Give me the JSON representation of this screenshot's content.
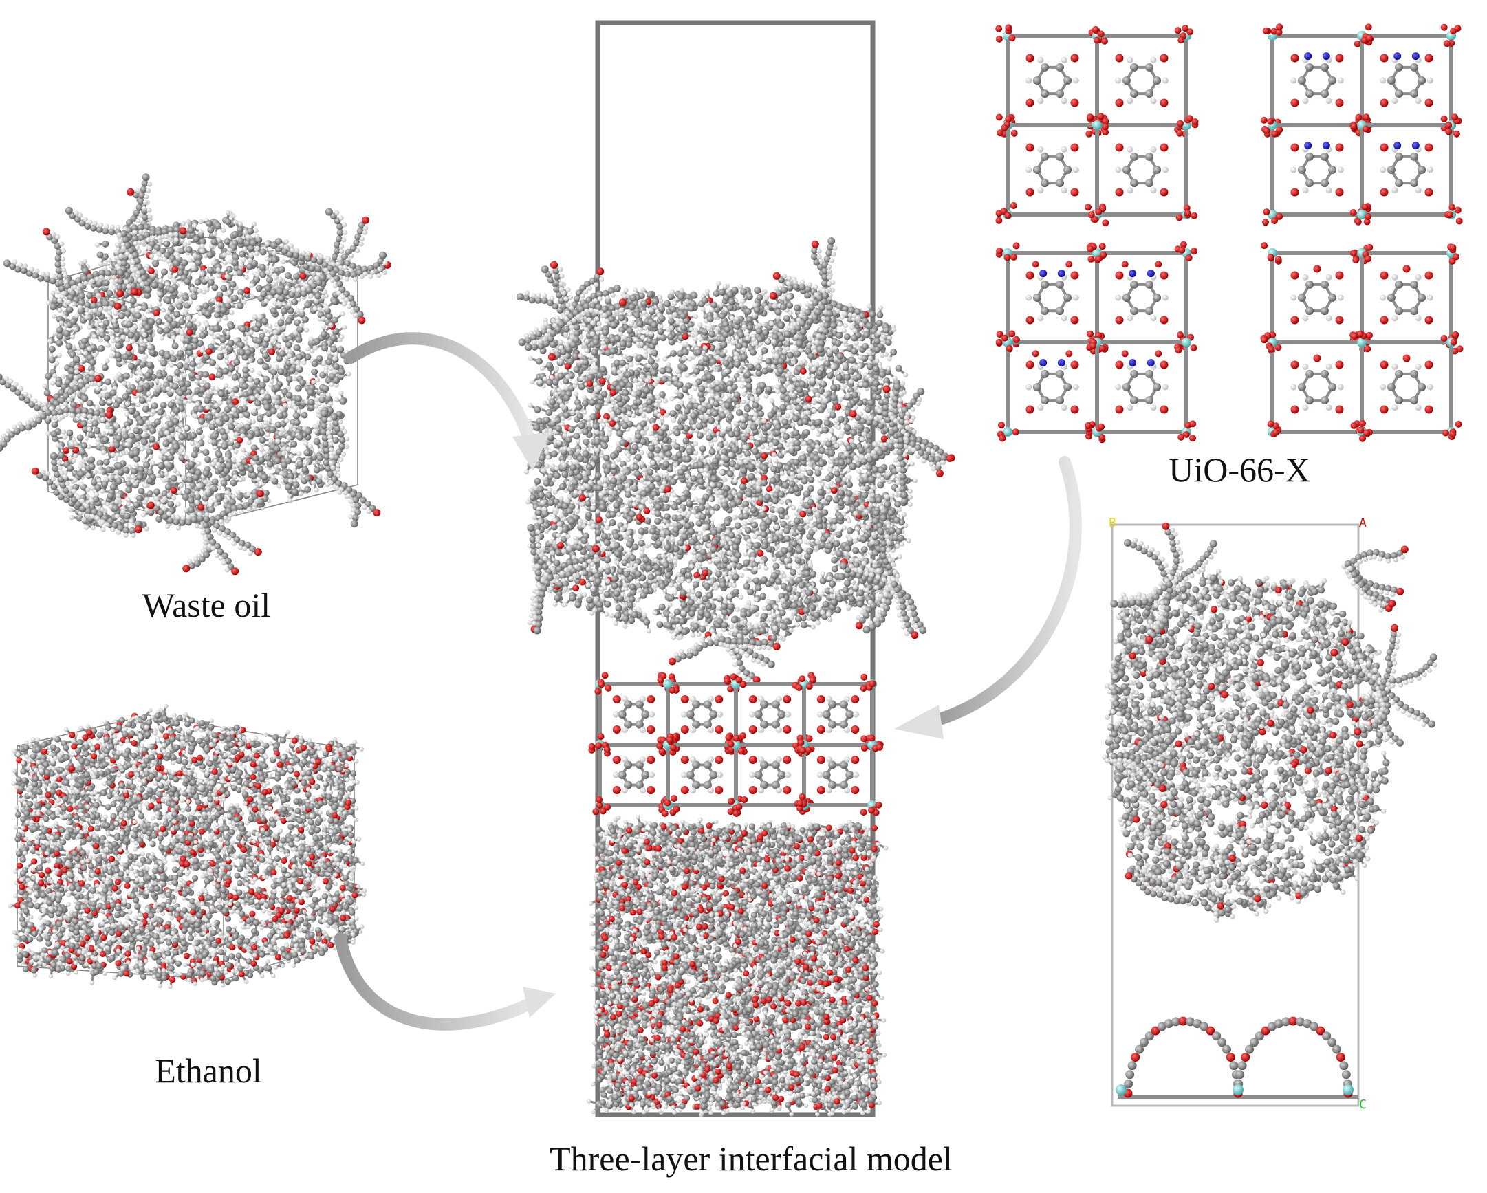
{
  "labels": {
    "waste_oil": "Waste oil",
    "ethanol": "Ethanol",
    "uio": "UiO-66-X",
    "three_layer": "Three-layer interfacial model"
  },
  "axis_labels": {
    "b": "B",
    "a": "A",
    "c": "C"
  },
  "colors": {
    "carbon": "#8a8a8a",
    "hydrogen": "#f2f2f2",
    "oxygen": "#cc1010",
    "nitrogen": "#1a1acc",
    "zirconium": "#7fd8d8",
    "box_outline": "#777777",
    "arrow": "#bdbdbd"
  },
  "uio_variants": [
    {
      "id": "top-left",
      "substituent": "none"
    },
    {
      "id": "top-right",
      "substituent": "NH2"
    },
    {
      "id": "bottom-left",
      "substituent": "NO2"
    },
    {
      "id": "bottom-right",
      "substituent": "OH"
    }
  ]
}
